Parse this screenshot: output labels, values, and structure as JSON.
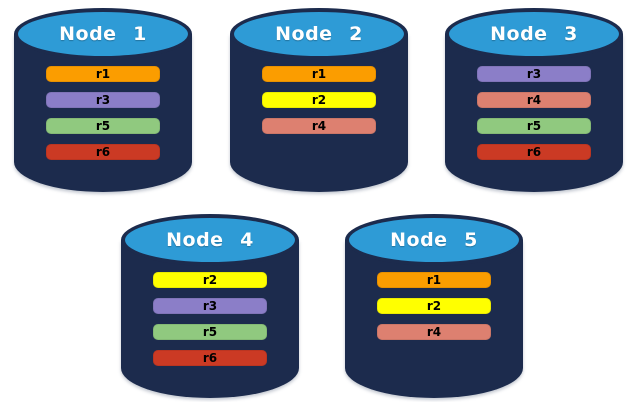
{
  "colors": {
    "cylinder_top": "#2E9BD6",
    "cylinder_body": "#1C2B4D",
    "background": "#FFFFFF",
    "replica_r1": "#FB9D00",
    "replica_r2": "#FFFF00",
    "replica_r3": "#8B7EC8",
    "replica_r4": "#DD8070",
    "replica_r5": "#90C97F",
    "replica_r6": "#CB3A24"
  },
  "nodes": [
    {
      "label": "Node 1",
      "replicas": [
        {
          "label": "r1",
          "color": "#FB9D00"
        },
        {
          "label": "r3",
          "color": "#8B7EC8"
        },
        {
          "label": "r5",
          "color": "#90C97F"
        },
        {
          "label": "r6",
          "color": "#CB3A24"
        }
      ]
    },
    {
      "label": "Node 2",
      "replicas": [
        {
          "label": "r1",
          "color": "#FB9D00"
        },
        {
          "label": "r2",
          "color": "#FFFF00"
        },
        {
          "label": "r4",
          "color": "#DD8070"
        }
      ]
    },
    {
      "label": "Node 3",
      "replicas": [
        {
          "label": "r3",
          "color": "#8B7EC8"
        },
        {
          "label": "r4",
          "color": "#DD8070"
        },
        {
          "label": "r5",
          "color": "#90C97F"
        },
        {
          "label": "r6",
          "color": "#CB3A24"
        }
      ]
    },
    {
      "label": "Node 4",
      "replicas": [
        {
          "label": "r2",
          "color": "#FFFF00"
        },
        {
          "label": "r3",
          "color": "#8B7EC8"
        },
        {
          "label": "r5",
          "color": "#90C97F"
        },
        {
          "label": "r6",
          "color": "#CB3A24"
        }
      ]
    },
    {
      "label": "Node 5",
      "replicas": [
        {
          "label": "r1",
          "color": "#FB9D00"
        },
        {
          "label": "r2",
          "color": "#FFFF00"
        },
        {
          "label": "r4",
          "color": "#DD8070"
        }
      ]
    }
  ]
}
